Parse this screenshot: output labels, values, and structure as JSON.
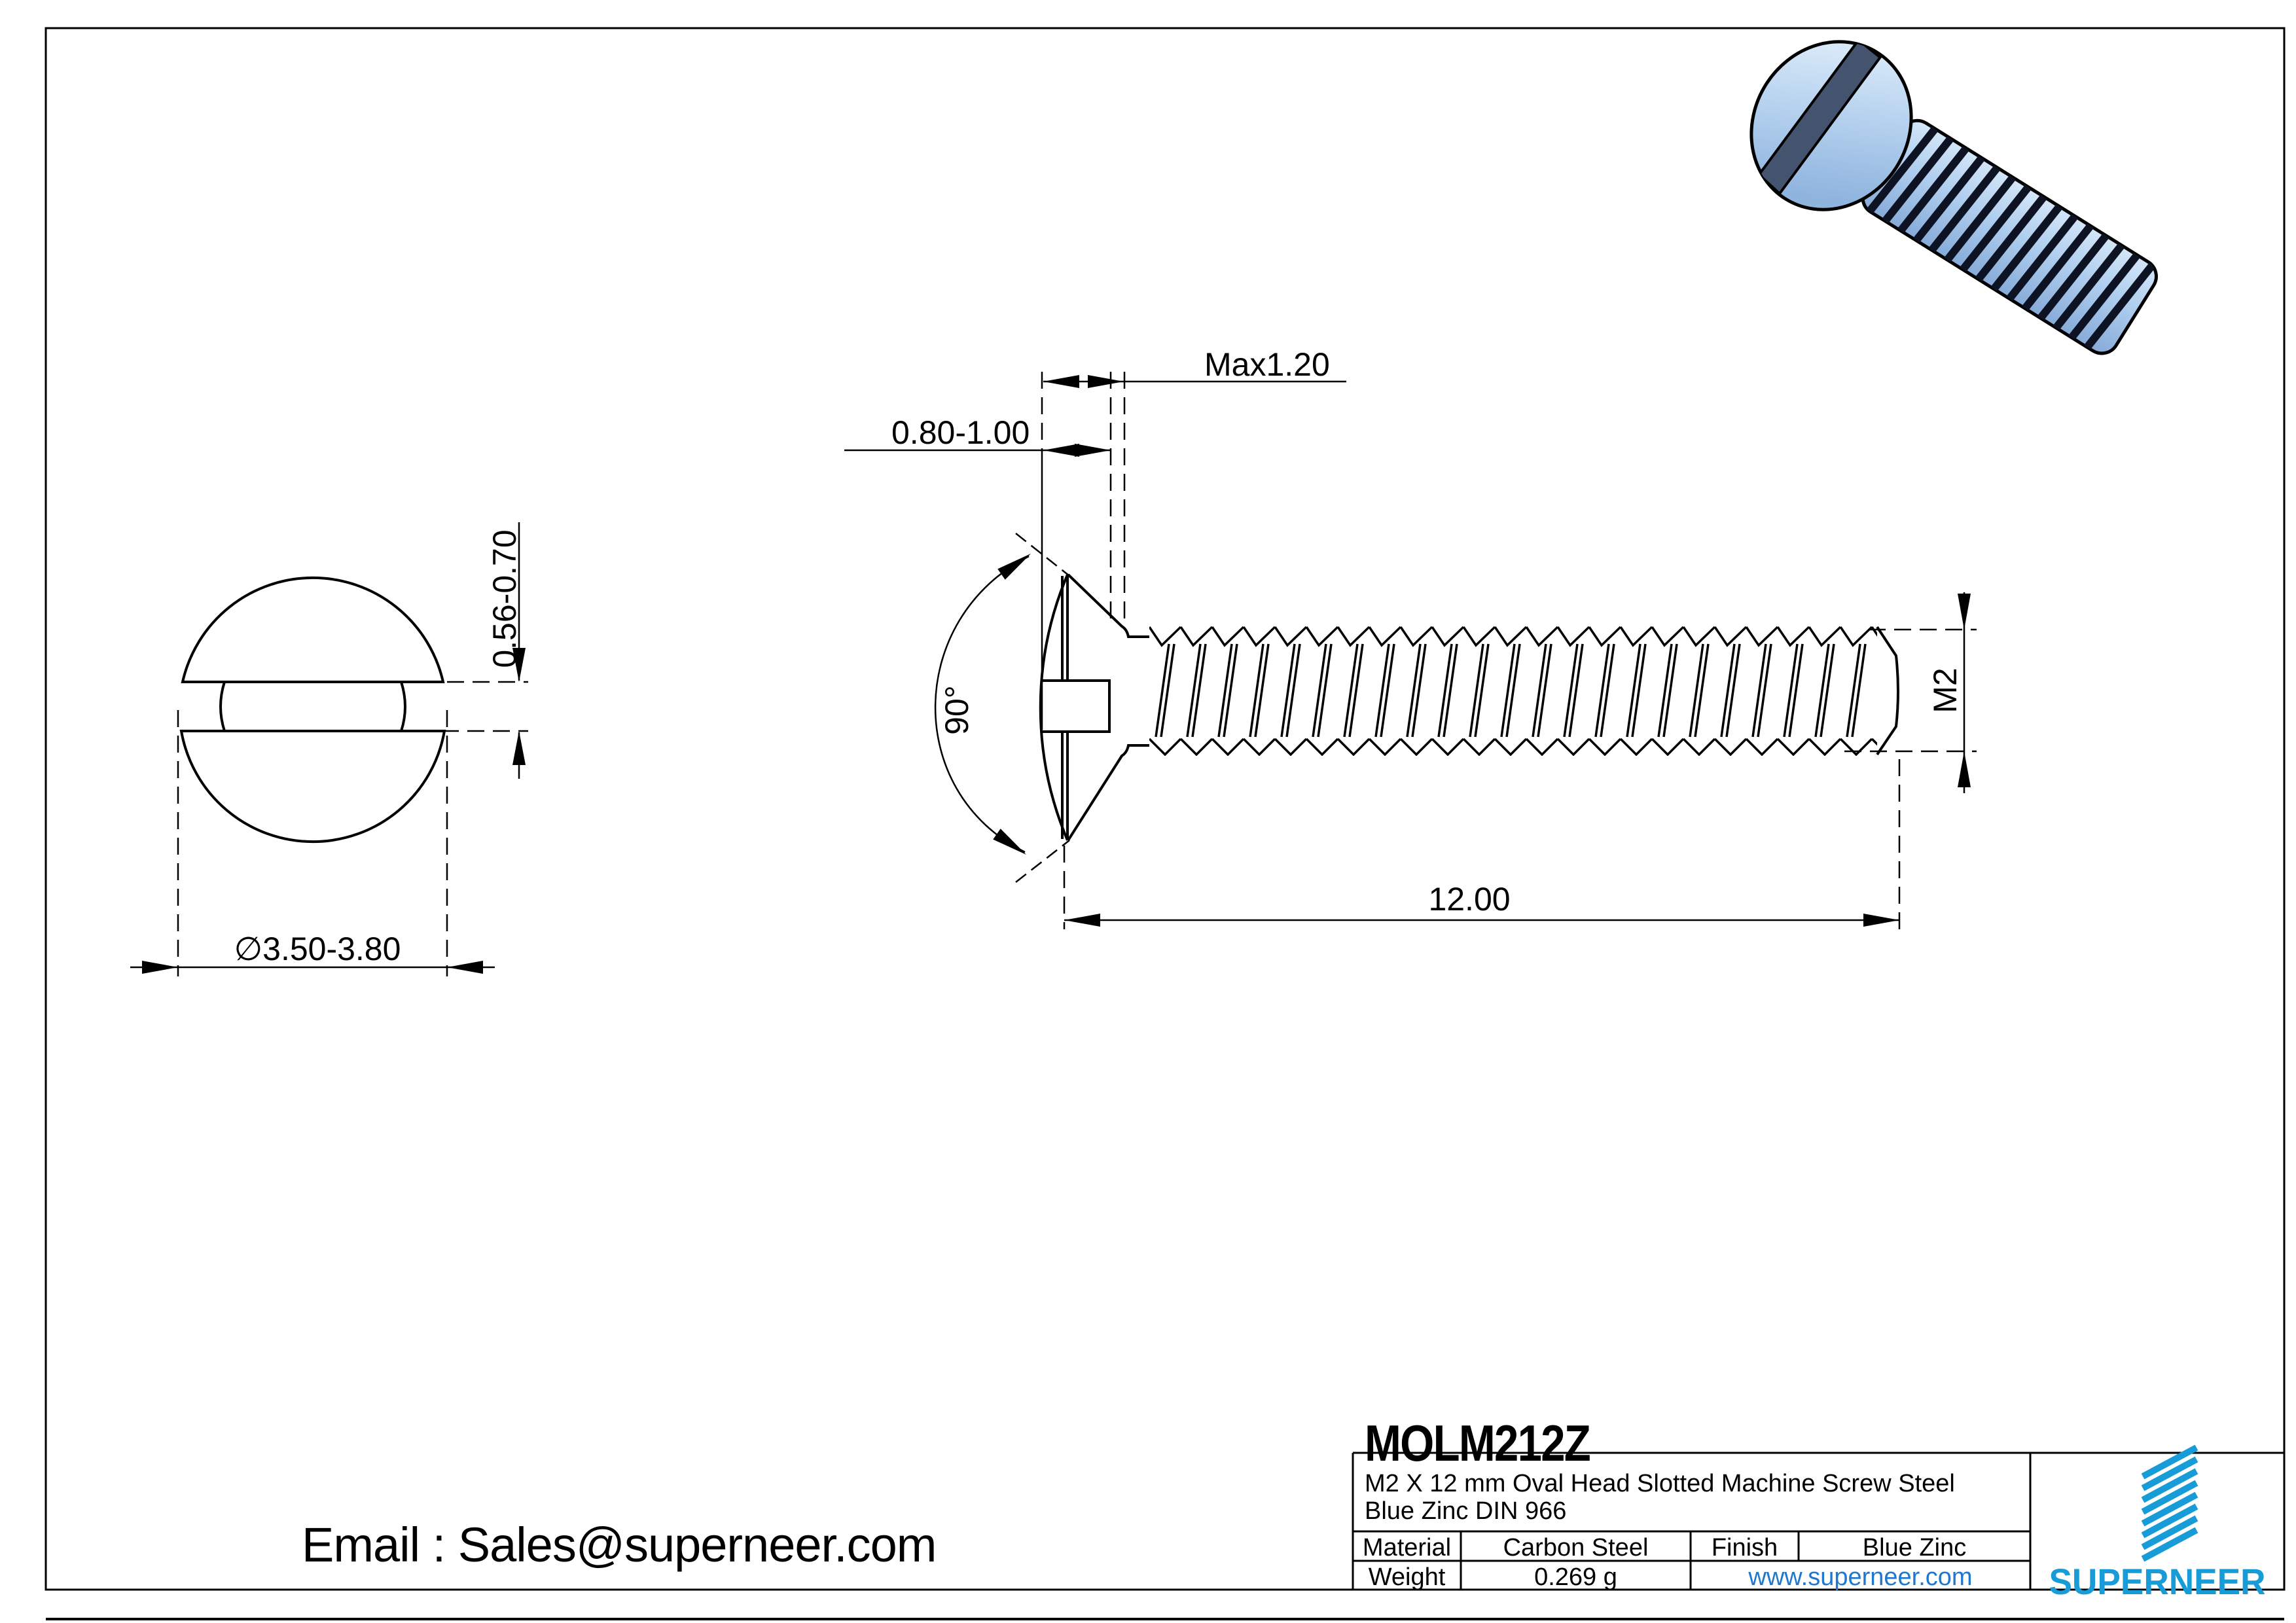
{
  "top_view": {
    "slot_width_label": "0.56-0.70",
    "head_diameter_label": "∅3.50-3.80"
  },
  "side_view": {
    "dome_height_label": "Max1.20",
    "slot_depth_label": "0.80-1.00",
    "cone_angle_label": "90°",
    "length_label": "12.00",
    "thread_label": "M2"
  },
  "contact": {
    "email_text": "Email : Sales@superneer.com"
  },
  "render_3d": {
    "body_color": "#aecdee",
    "slot_color": "#44546e"
  },
  "title_block": {
    "part_number": "MOLM212Z",
    "description_line1": "M2 X 12 mm  Oval Head Slotted Machine Screw Steel",
    "description_line2": "Blue Zinc DIN 966",
    "material_label": "Material",
    "material_value": "Carbon Steel",
    "finish_label": "Finish",
    "finish_value": "Blue Zinc",
    "weight_label": "Weight",
    "weight_value": "0.269 g",
    "website": "www.superneer.com",
    "brand": "SUPERNEER",
    "brand_color": "#189cd8",
    "link_color": "#1e78cf"
  }
}
